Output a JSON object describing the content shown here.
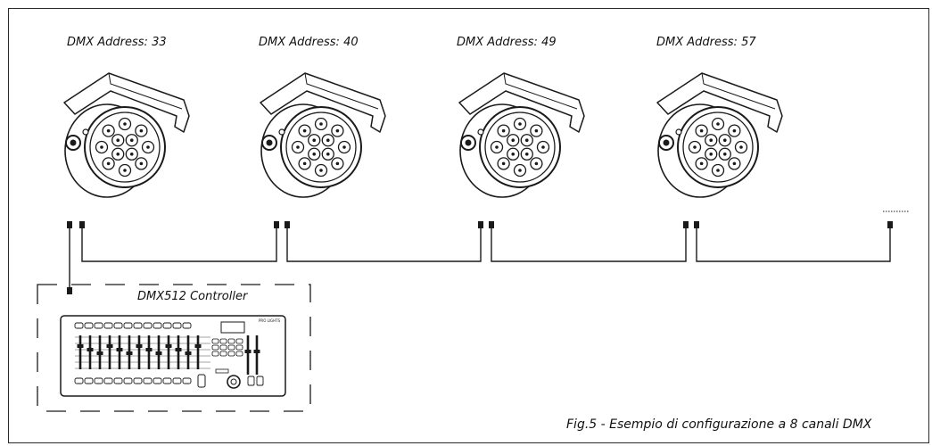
{
  "fixtures": [
    {
      "address_label": "DMX Address: 33"
    },
    {
      "address_label": "DMX Address: 40"
    },
    {
      "address_label": "DMX Address: 49"
    },
    {
      "address_label": "DMX Address: 57"
    }
  ],
  "controller": {
    "label": "DMX512 Controller",
    "brand": "PRO LIGHTS"
  },
  "figure": {
    "caption": "Fig.5 - Esempio di configurazione a 8 canali DMX"
  }
}
